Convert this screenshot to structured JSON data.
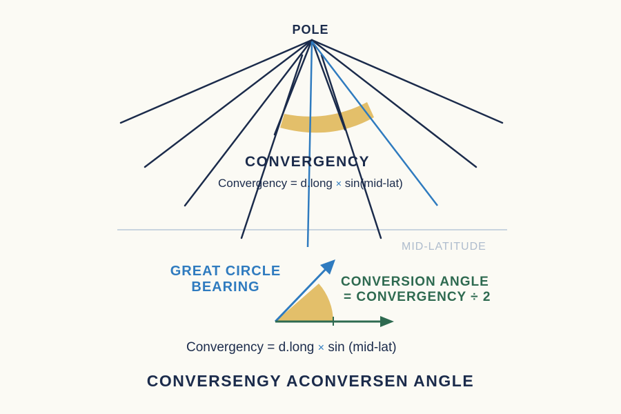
{
  "pole_label": "POLE",
  "convergency_title": "CONVERGENCY",
  "formula_top": {
    "left": "Convergency = d.long",
    "operator": "×",
    "right": "sin(mid-lat)"
  },
  "mid_latitude_label": "MID-LATITUDE",
  "great_circle_bearing": {
    "line1": "GREAT CIRCLE",
    "line2": "BEARING"
  },
  "conversion_angle": {
    "line1": "CONVERSION ANGLE",
    "line2": "= CONVERGENCY ÷ 2"
  },
  "formula_bottom": {
    "left": "Convergency = d.long",
    "operator": "×",
    "right": "sin (mid-lat)"
  },
  "bottom_title": "CONVERSENGY ACONVERSEN ANGLE",
  "colors": {
    "navy": "#1b2b4b",
    "blue": "#2f7bbf",
    "green": "#2e6a50",
    "gold": "#e3bf6a",
    "mid_latitude_line": "#c9d4df",
    "background": "#fbfaf4"
  }
}
